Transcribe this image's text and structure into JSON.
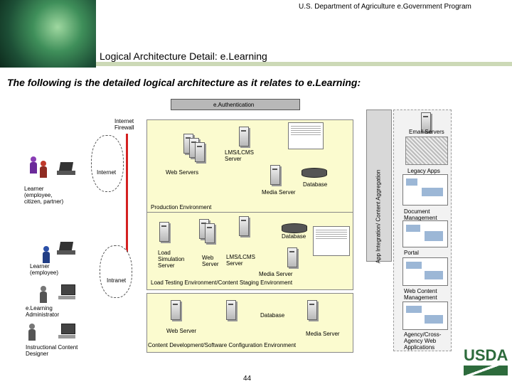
{
  "header": {
    "agency": "U.S. Department of Agriculture e.Government Program",
    "title": "Logical Architecture Detail: e.Learning",
    "subtitle": "The following is the detailed logical architecture as it relates to e.Learning:"
  },
  "diagram": {
    "authentication": "e.Authentication",
    "firewall": "Internet Firewall",
    "internet_top": "Internet",
    "intranet": "Intranet",
    "integration_bar": "App Integration/ Content Aggregation",
    "users": {
      "learner_public": "Learner (employee, citizen, partner)",
      "learner_employee": "Learner (employee)",
      "administrator": "e.Learning Administrator",
      "designer": "Instructional Content Designer"
    },
    "production": {
      "label": "Production Environment",
      "lms": "LMS/LCMS Server",
      "web": "Web Servers",
      "database": "Database",
      "media": "Media Server"
    },
    "testing": {
      "label": "Load Testing Environment/Content Staging Environment",
      "load_sim": "Load Simulation Server",
      "web": "Web Server",
      "lms": "LMS/LCMS Server",
      "database": "Database",
      "media": "Media Server"
    },
    "development": {
      "label": "Content Development/Software Configuration Environment",
      "web": "Web Server",
      "database": "Database",
      "media": "Media Server"
    },
    "right_panel": {
      "email": "Email Servers",
      "legacy": "Legacy Apps",
      "docmgmt": "Document Management",
      "portal": "Portal",
      "webcontent": "Web Content Management",
      "agency": "Agency/Cross-Agency Web Applications"
    }
  },
  "footer": {
    "page_number": "44",
    "logo_text": "USDA"
  },
  "colors": {
    "zone_fill": "#fbfbcf",
    "firewall": "#d42020",
    "usda_green": "#2d6b3c"
  }
}
